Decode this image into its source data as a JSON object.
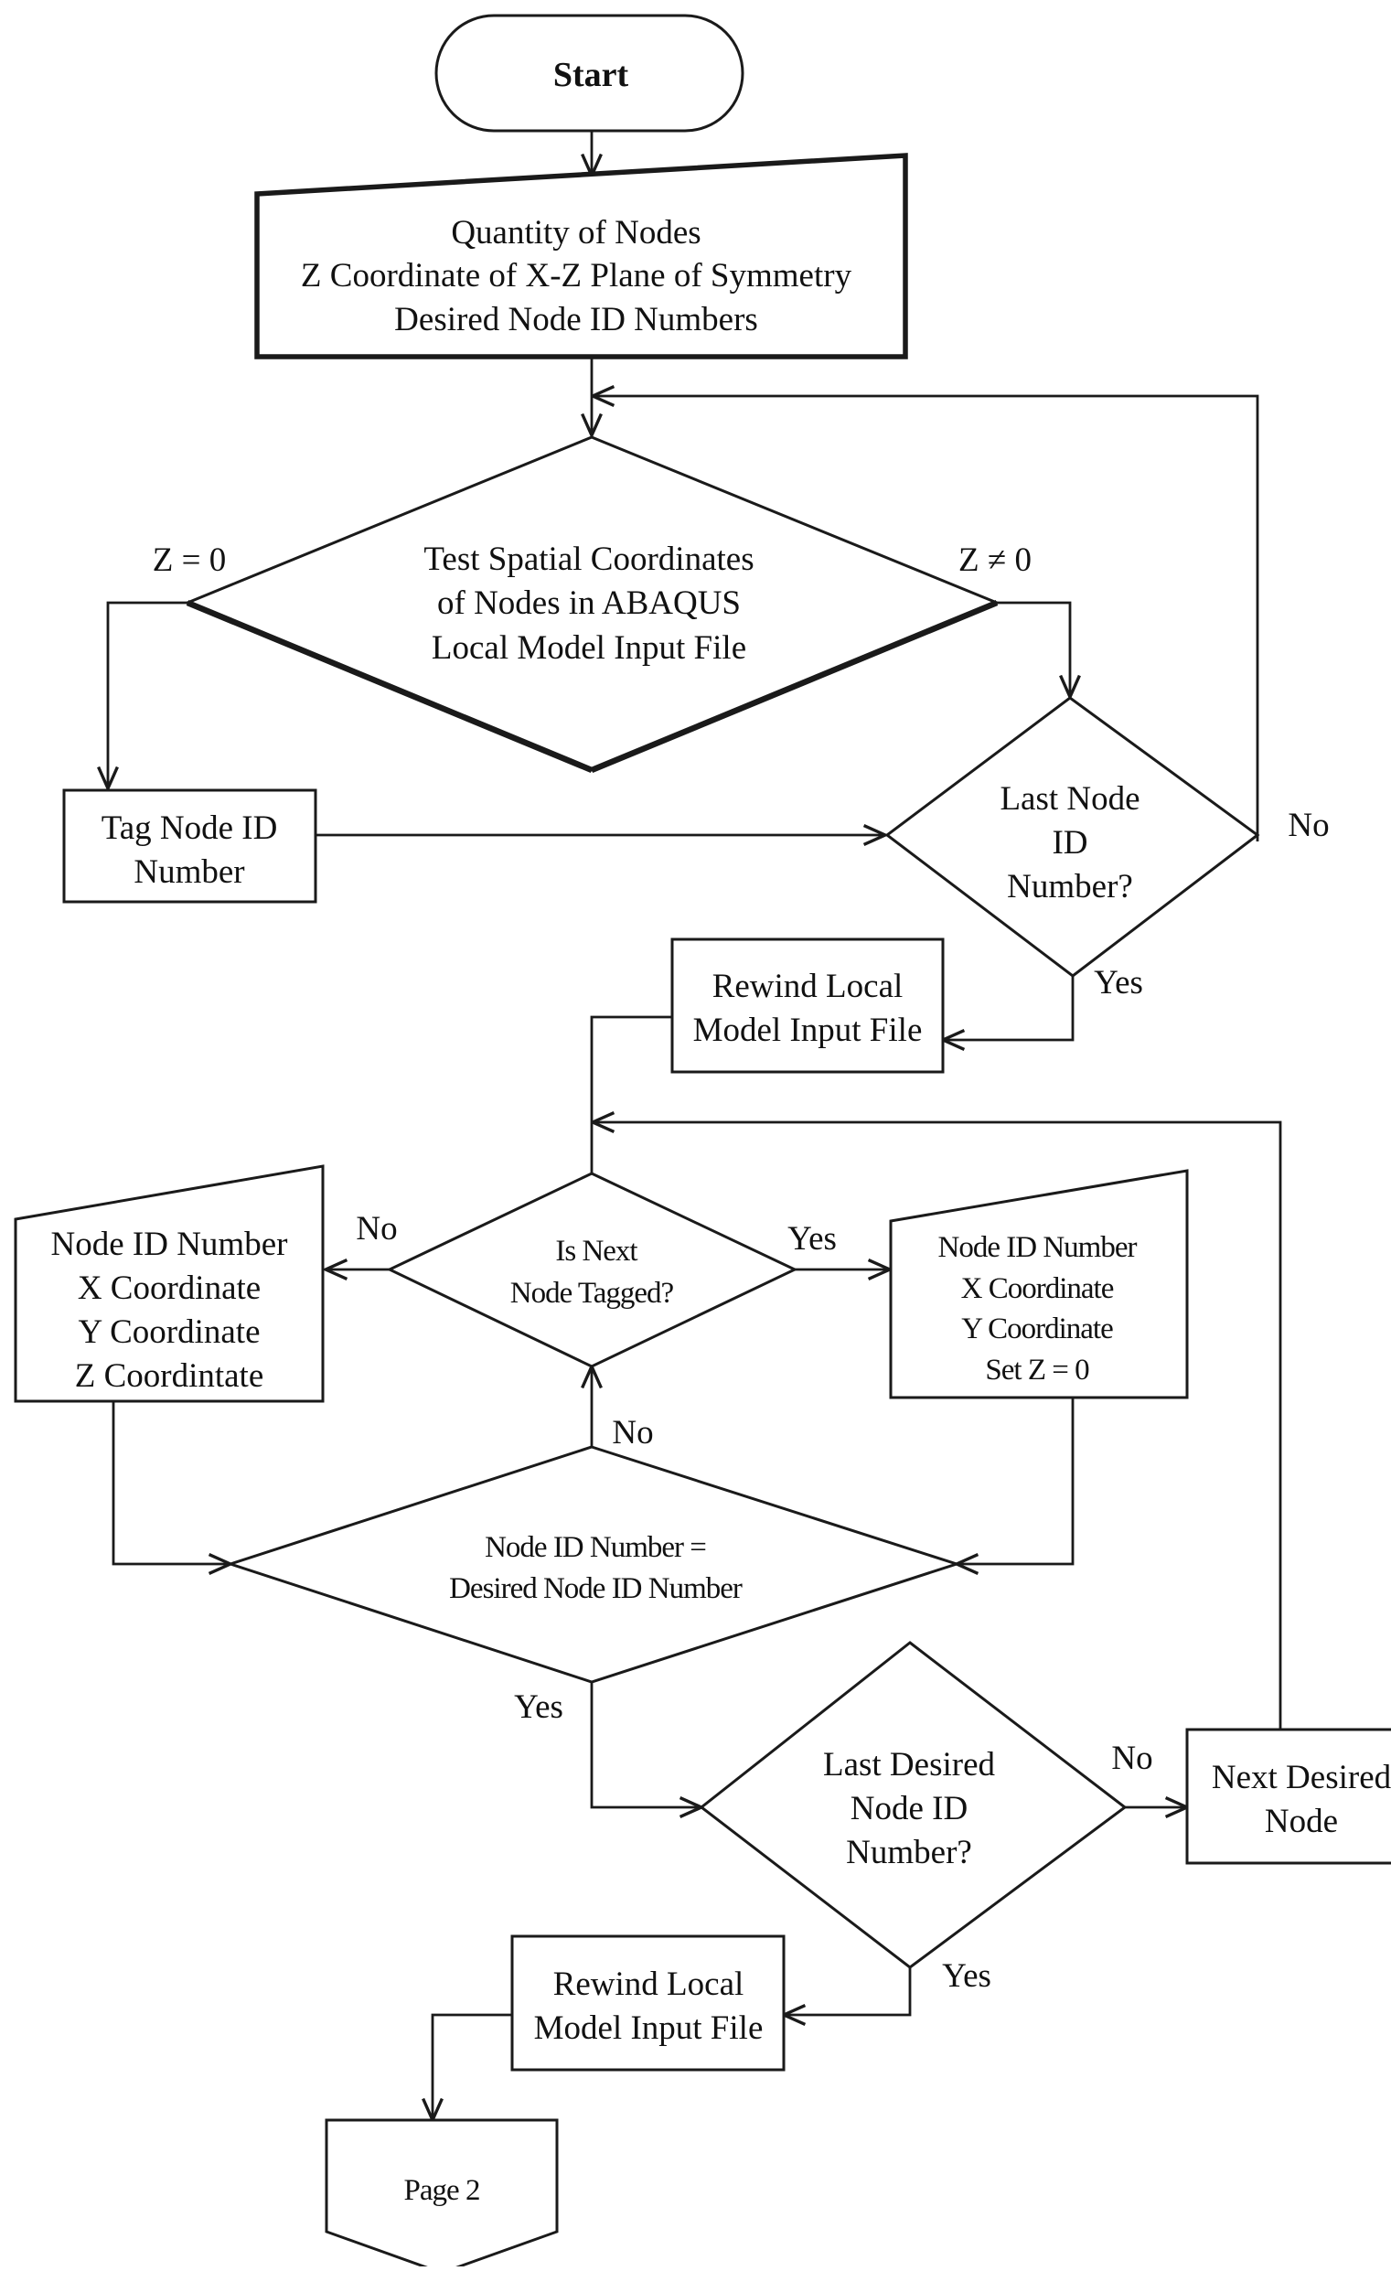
{
  "nodes": {
    "start": "Start",
    "inputs": [
      "Quantity of Nodes",
      "Z Coordinate of X-Z Plane of Symmetry",
      "Desired Node ID Numbers"
    ],
    "test_coords": [
      "Test Spatial Coordinates",
      "of Nodes in ABAQUS",
      "Local Model Input File"
    ],
    "tag_node": [
      "Tag Node ID",
      "Number"
    ],
    "last_node": [
      "Last Node",
      "ID",
      "Number?"
    ],
    "rewind_1": [
      "Rewind Local",
      "Model Input File"
    ],
    "is_next_tagged": [
      "Is Next",
      "Node Tagged?"
    ],
    "output_full": [
      "Node ID Number",
      "X Coordinate",
      "Y Coordinate",
      "Z Coordintate"
    ],
    "output_sym": [
      "Node ID Number",
      "X Coordinate",
      "Y Coordinate",
      "Set Z = 0"
    ],
    "id_match": [
      "Node ID Number =",
      "Desired Node ID Number"
    ],
    "last_desired": [
      "Last Desired",
      "Node ID",
      "Number?"
    ],
    "next_desired": [
      "Next Desired",
      "Node"
    ],
    "rewind_2": [
      "Rewind Local",
      "Model Input File"
    ],
    "page_connector": "Page 2"
  },
  "edge_labels": {
    "z_zero": "Z = 0",
    "z_nonzero": "Z ≠ 0",
    "last_node_no": "No",
    "last_node_yes": "Yes",
    "tagged_no": "No",
    "tagged_yes": "Yes",
    "match_no": "No",
    "match_yes": "Yes",
    "last_desired_no": "No",
    "last_desired_yes": "Yes"
  },
  "colors": {
    "stroke": "#1a1a1a",
    "fill": "#ffffff",
    "text": "#111111"
  }
}
